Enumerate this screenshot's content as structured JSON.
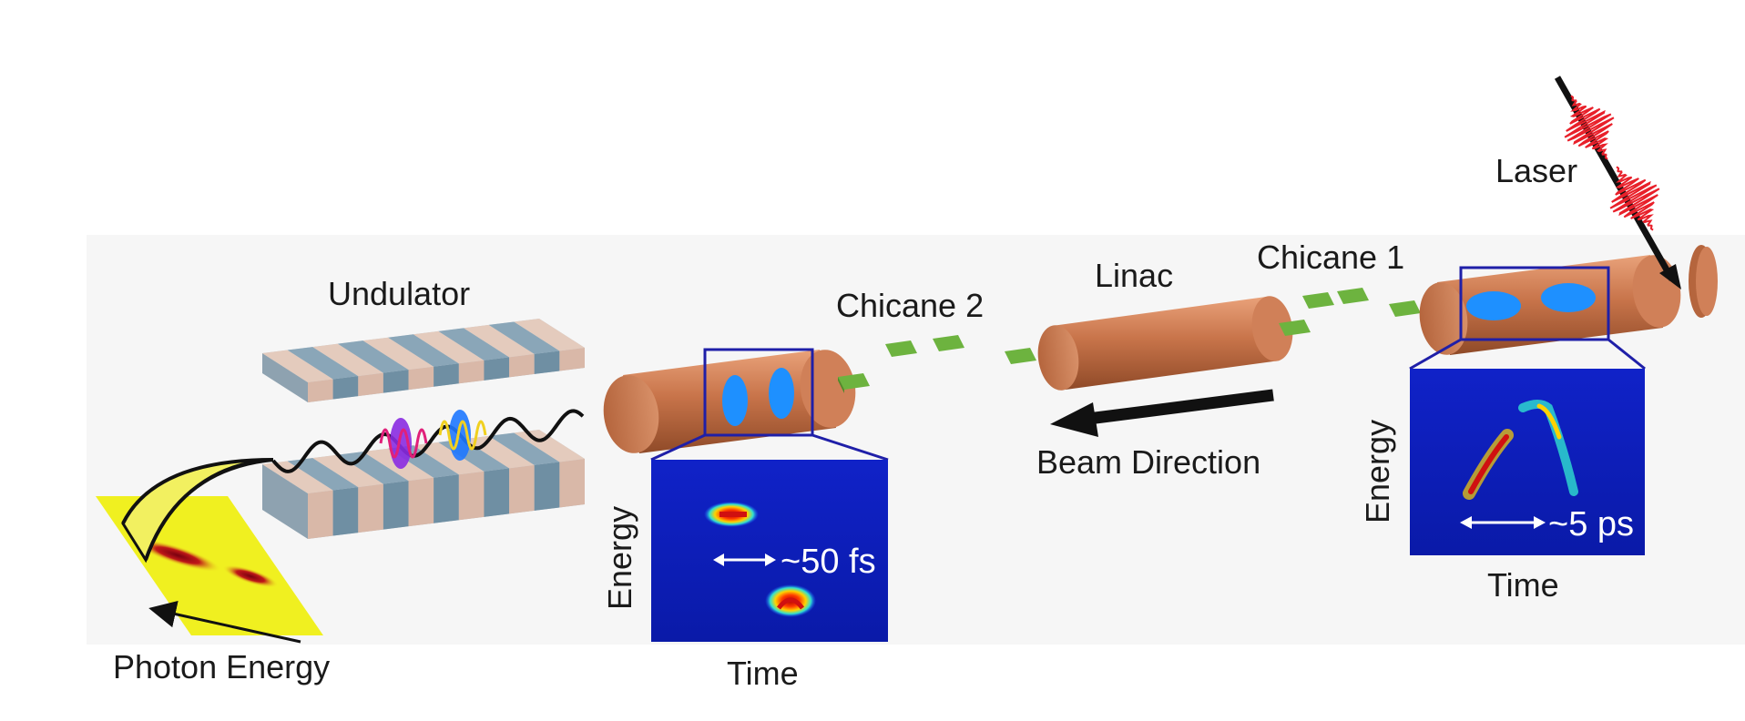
{
  "labels": {
    "undulator": "Undulator",
    "chicane2": "Chicane 2",
    "linac": "Linac",
    "chicane1": "Chicane 1",
    "laser": "Laser",
    "beam_direction": "Beam Direction",
    "photon_energy": "Photon Energy"
  },
  "inset_left": {
    "ylabel": "Energy",
    "xlabel": "Time",
    "annotation": "~50 fs"
  },
  "inset_right": {
    "ylabel": "Energy",
    "xlabel": "Time",
    "annotation": "~5 ps"
  },
  "colors": {
    "cylinder": "#c8744a",
    "magnet_green": "#6db33f",
    "inset_frame": "#1f1fa8",
    "bunch": "#1e90ff",
    "laser": "#e8202a",
    "undulator_blue": "#6f8fa3",
    "undulator_tan": "#d9b8a8",
    "detector": "#f0f020"
  }
}
